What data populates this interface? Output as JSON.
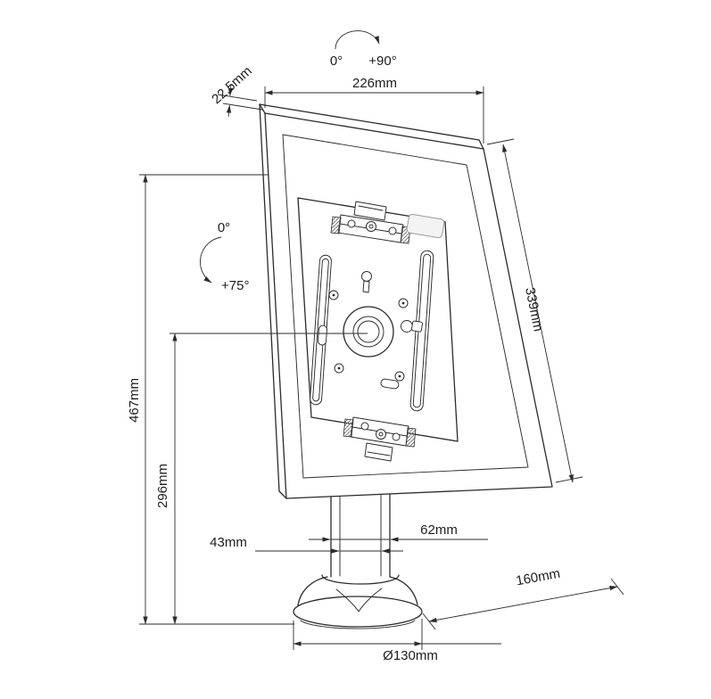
{
  "colors": {
    "line": "#2b2b2b",
    "text": "#1c1c1c",
    "background": "#ffffff",
    "light_fill": "#f3f3f3"
  },
  "angles": {
    "rotation_min": "0°",
    "rotation_max": "+90°",
    "tilt_min": "0°",
    "tilt_max": "+75°"
  },
  "dimensions": {
    "width": "226mm",
    "edge_thickness": "22.5mm",
    "panel_height": "339mm",
    "total_height": "467mm",
    "center_height": "296mm",
    "column_inner_width": "43mm",
    "column_outer_width": "62mm",
    "base_depth": "160mm",
    "base_diameter": "Ø130mm"
  }
}
